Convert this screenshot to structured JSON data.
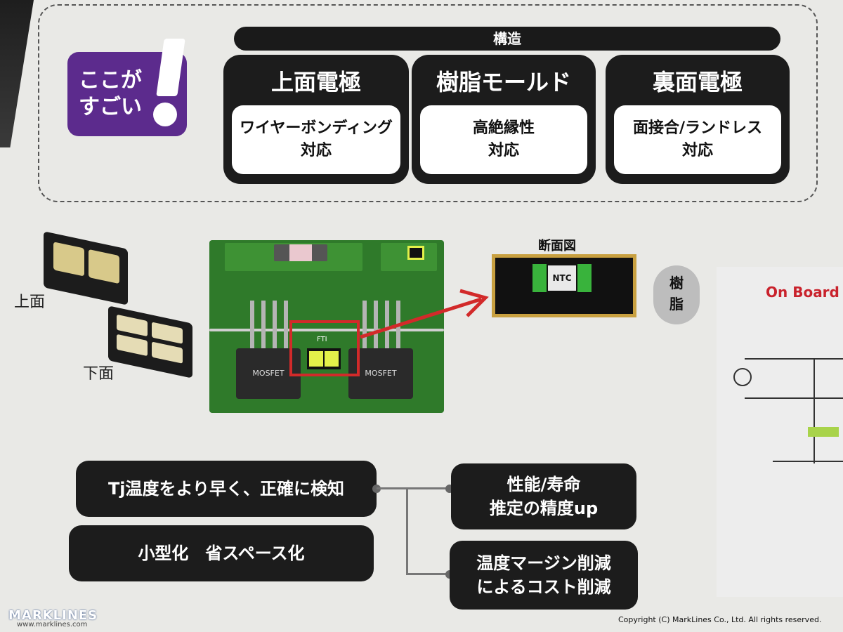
{
  "panel": {
    "heading": "構造",
    "badge": {
      "line1": "ここが",
      "line2": "すごい"
    },
    "features": [
      {
        "title": "上面電極",
        "line1": "ワイヤーボンディング",
        "line2": "対応"
      },
      {
        "title": "樹脂モールド",
        "line1": "高絶縁性",
        "line2": "対応"
      },
      {
        "title": "裏面電極",
        "line1": "面接合/ランドレス",
        "line2": "対応"
      }
    ]
  },
  "illustration": {
    "top_view": "上面",
    "bottom_view": "下面",
    "mosfet_left": "MOSFET",
    "mosfet_right": "MOSFET",
    "fti_label": "FTI",
    "cross_section_title": "断面図",
    "ntc_label": "NTC",
    "resin_label": "樹脂"
  },
  "onboard_label": "On Board",
  "benefits": {
    "left": [
      "Tj温度をより早く、正確に検知",
      "小型化　省スペース化"
    ],
    "right": [
      {
        "line1": "性能/寿命",
        "line2": "推定の精度up"
      },
      {
        "line1": "温度マージン削減",
        "line2": "によるコスト削減"
      }
    ]
  },
  "watermark": {
    "name": "MARKLINES",
    "url": "www.marklines.com"
  },
  "copyright": "Copyright (C) MarkLines Co., Ltd. All rights reserved.",
  "colors": {
    "badge": "#5c2b8d",
    "pcb": "#2f7a2a",
    "highlight": "#d22a2a",
    "onboard": "#c9222c"
  }
}
